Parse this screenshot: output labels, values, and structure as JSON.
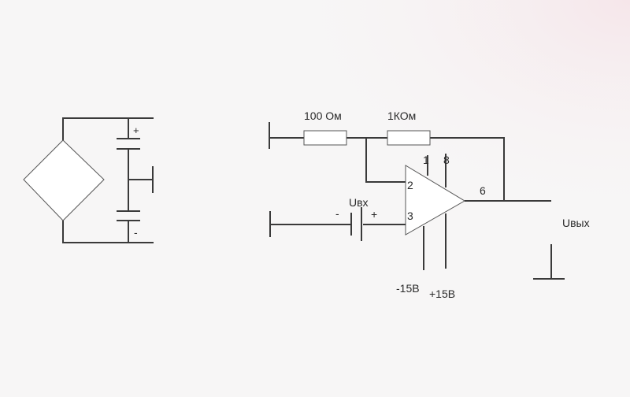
{
  "left_circuit": {
    "cap_top_polarity": "+",
    "cap_bottom_polarity": "-"
  },
  "right_circuit": {
    "r1_label": "100 Ом",
    "r2_label": "1КОм",
    "pin1": "1",
    "pin8": "8",
    "pin2": "2",
    "pin3": "3",
    "pin6": "6",
    "input_label": "Uвх",
    "input_minus": "-",
    "input_plus": "+",
    "output_label": "Uвых",
    "neg_supply": "-15В",
    "pos_supply": "+15В"
  }
}
